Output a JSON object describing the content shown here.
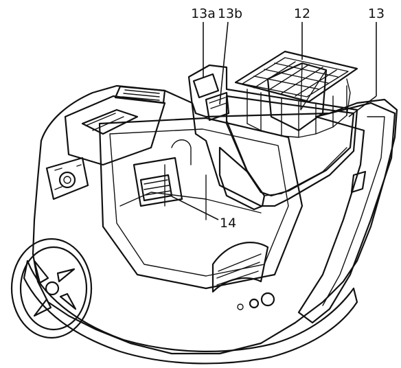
{
  "callouts": {
    "c13a": "13a",
    "c13b": "13b",
    "c12": "12",
    "c13": "13",
    "c14": "14"
  },
  "colors": {
    "outline": "#111111",
    "filter_gray": "#9a9a9a",
    "panel_light": "#eeeeee",
    "panel_dark": "#2a2a2a"
  }
}
